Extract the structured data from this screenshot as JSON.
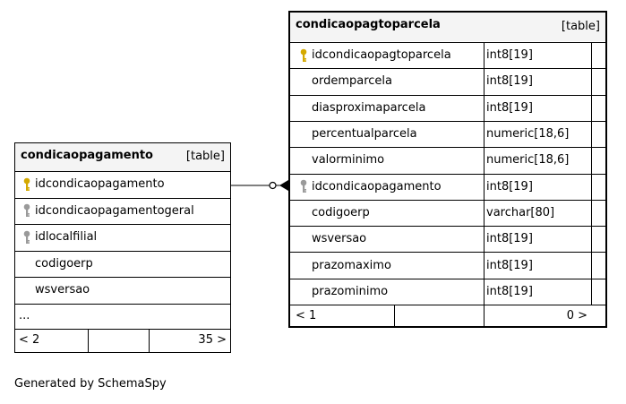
{
  "left_table": {
    "name": "condicaopagamento",
    "kind": "[table]",
    "columns": [
      {
        "name": "idcondicaopagamento",
        "key": "primary"
      },
      {
        "name": "idcondicaopagamentogeral",
        "key": "foreign"
      },
      {
        "name": "idlocalfilial",
        "key": "foreign"
      },
      {
        "name": "codigoerp",
        "key": "none"
      },
      {
        "name": "wsversao",
        "key": "none"
      }
    ],
    "more": "...",
    "footer": {
      "left": "< 2",
      "right": "35 >"
    }
  },
  "right_table": {
    "name": "condicaopagtoparcela",
    "kind": "[table]",
    "columns": [
      {
        "name": "idcondicaopagtoparcela",
        "type": "int8[19]",
        "key": "primary"
      },
      {
        "name": "ordemparcela",
        "type": "int8[19]",
        "key": "none"
      },
      {
        "name": "diasproximaparcela",
        "type": "int8[19]",
        "key": "none"
      },
      {
        "name": "percentualparcela",
        "type": "numeric[18,6]",
        "key": "none"
      },
      {
        "name": "valorminimo",
        "type": "numeric[18,6]",
        "key": "none"
      },
      {
        "name": "idcondicaopagamento",
        "type": "int8[19]",
        "key": "foreign"
      },
      {
        "name": "codigoerp",
        "type": "varchar[80]",
        "key": "none"
      },
      {
        "name": "wsversao",
        "type": "int8[19]",
        "key": "none"
      },
      {
        "name": "prazomaximo",
        "type": "int8[19]",
        "key": "none"
      },
      {
        "name": "prazominimo",
        "type": "int8[19]",
        "key": "none"
      }
    ],
    "footer": {
      "left": "< 1",
      "right": "0 >"
    }
  },
  "icons": {
    "primary": "gold-key-icon",
    "foreign": "gray-key-icon"
  },
  "colors": {
    "primary_key": "#d4a900",
    "foreign_key": "#9a9a9a",
    "header_bg": "#f4f4f4"
  },
  "generated_by": "Generated by SchemaSpy"
}
